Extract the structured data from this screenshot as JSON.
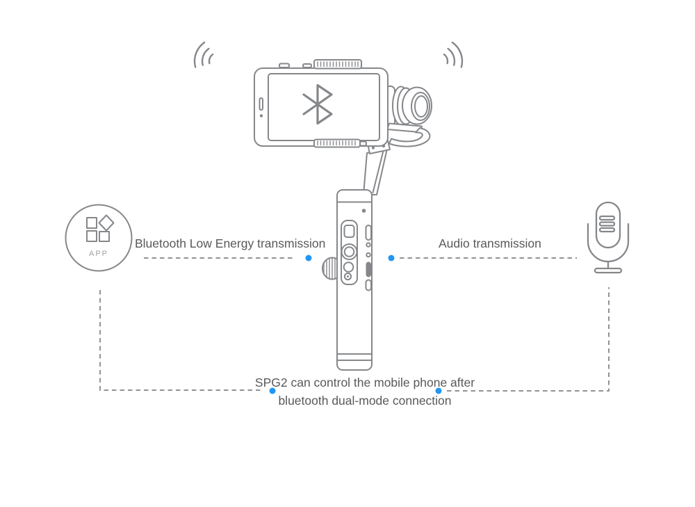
{
  "colors": {
    "background": "#ffffff",
    "line_gray": "#85878a",
    "dash_gray": "#909295",
    "text_gray": "#58595b",
    "app_label_gray": "#9da0a3",
    "accent_blue": "#2196f3"
  },
  "app_node": {
    "label": "APP",
    "icon": "app-grid-icon"
  },
  "phone_node": {
    "icon": "bluetooth-icon",
    "decorations": [
      "signal-waves-left-icon",
      "signal-waves-right-icon"
    ]
  },
  "audio_node": {
    "icon": "microphone-icon"
  },
  "connections": {
    "ble_label": "Bluetooth Low Energy transmission",
    "audio_label": "Audio transmission"
  },
  "caption": {
    "line1": "SPG2 can control the mobile phone after",
    "line2": "bluetooth dual-mode connection"
  }
}
